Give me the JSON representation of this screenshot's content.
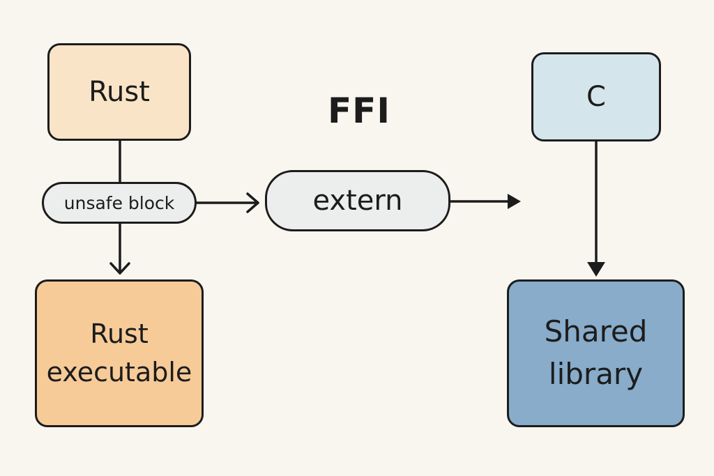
{
  "diagram": {
    "title": "FFI",
    "nodes": {
      "rust": {
        "label": "Rust"
      },
      "unsafe_block": {
        "label": "unsafe block"
      },
      "rust_executable": {
        "line1": "Rust",
        "line2": "executable"
      },
      "extern": {
        "label": "extern"
      },
      "c": {
        "label": "C"
      },
      "shared_library": {
        "line1": "Shared",
        "line2": "library"
      }
    },
    "edges": [
      {
        "from": "Rust",
        "to": "Rust executable",
        "via": "unsafe block"
      },
      {
        "from": "unsafe block",
        "to": "extern"
      },
      {
        "from": "extern",
        "to": "C side"
      },
      {
        "from": "C",
        "to": "Shared library"
      }
    ],
    "colors": {
      "background": "#f9f6f0",
      "rust": "#fae4c7",
      "rust_executable": "#f6cb98",
      "c": "#d4e6ec",
      "shared_library": "#88acca",
      "pill": "#eceeed",
      "stroke": "#1c1c1c"
    }
  }
}
